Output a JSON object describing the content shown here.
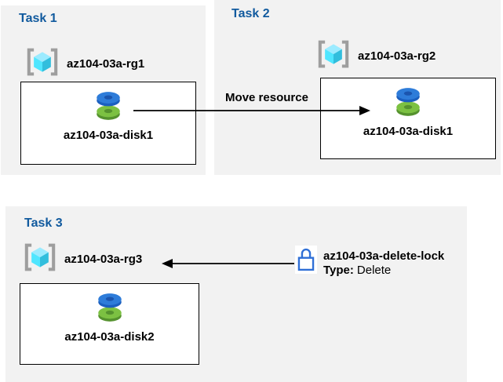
{
  "diagram": {
    "tasks": [
      {
        "title": "Task 1",
        "resource_group": "az104-03a-rg1",
        "resource": "az104-03a-disk1"
      },
      {
        "title": "Task 2",
        "resource_group": "az104-03a-rg2",
        "resource": "az104-03a-disk1"
      },
      {
        "title": "Task 3",
        "resource_group": "az104-03a-rg3",
        "resource": "az104-03a-disk2"
      }
    ],
    "move_arrow": {
      "label": "Move resource"
    },
    "lock": {
      "name": "az104-03a-delete-lock",
      "type_label": "Type:",
      "type_value": "Delete"
    },
    "icons": {
      "resource_group": "resource-group-icon",
      "disk": "disk-icon",
      "lock": "lock-icon"
    },
    "colors": {
      "panel_bg": "#F2F2F2",
      "task_title": "#115A9E",
      "box_border": "#000000",
      "arrow": "#000000",
      "lock_blue": "#2F6FD6",
      "disk_blue_top": "#2E7CD9",
      "disk_blue_side": "#1B5FBF",
      "disk_green_top": "#7CC142",
      "disk_green_side": "#55922E",
      "cube_top": "#9CEBFF",
      "cube_left": "#50E6FF",
      "cube_right": "#32BEDD",
      "bracket_gray": "#9E9E9E"
    }
  }
}
